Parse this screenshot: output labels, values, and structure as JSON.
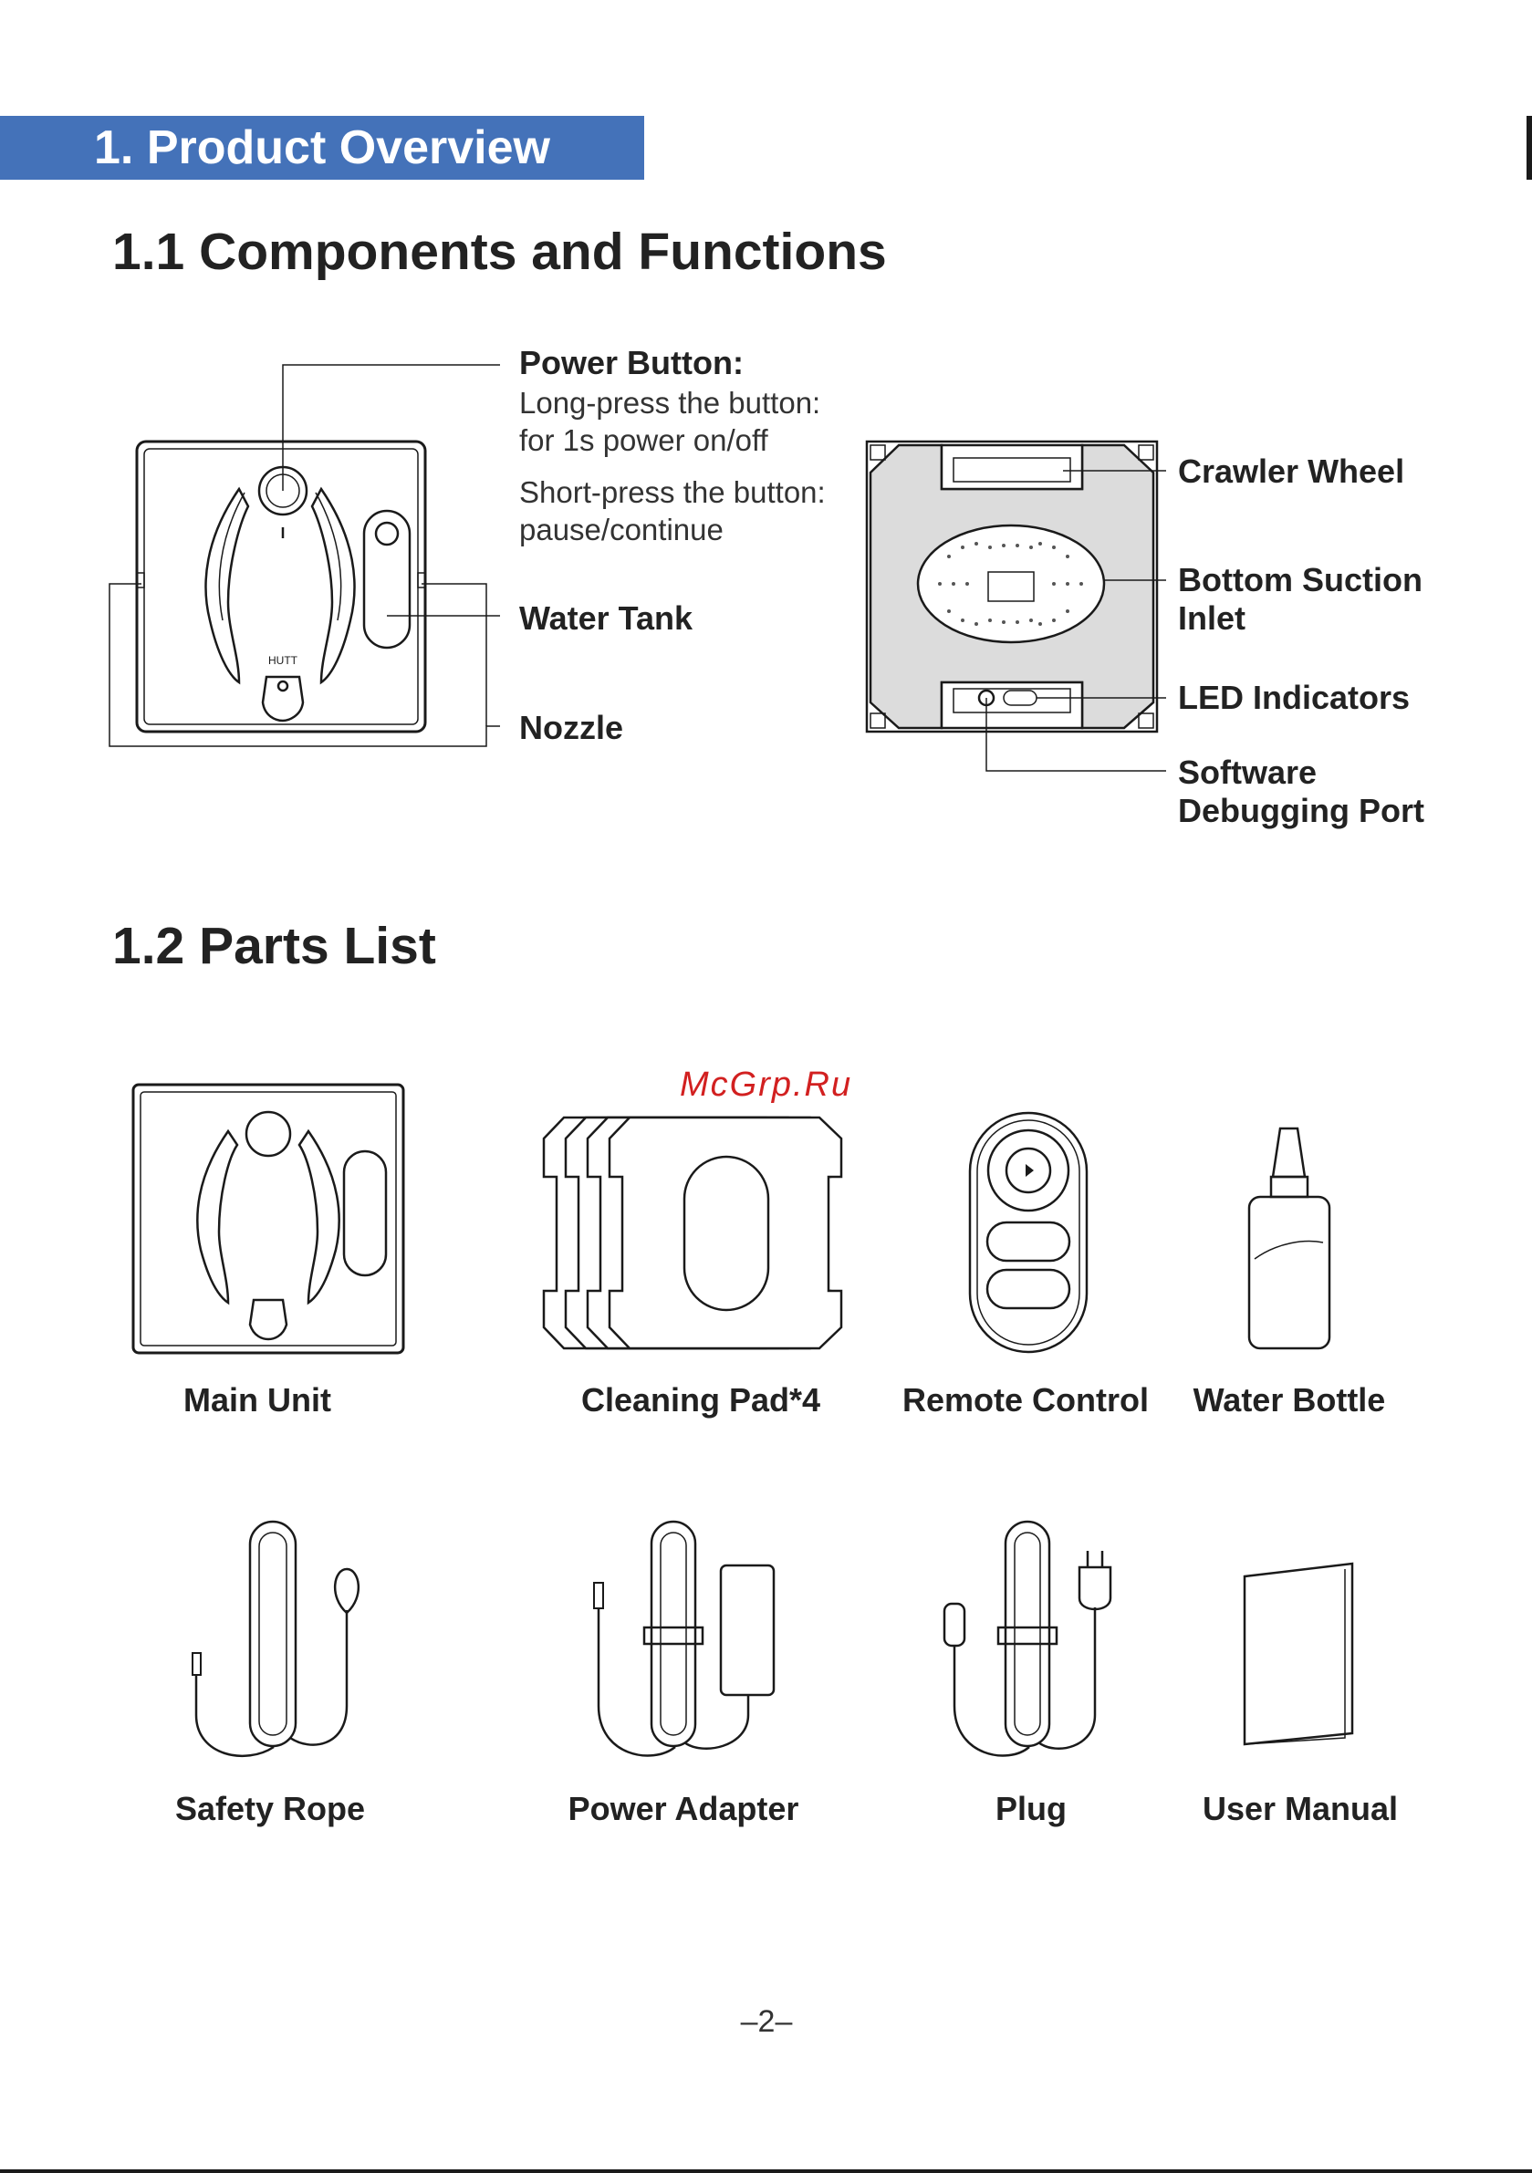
{
  "section_title": "1. Product Overview",
  "components": {
    "heading": "1.1 Components and Functions",
    "power_button_title": "Power Button:",
    "power_line1": "Long-press the button:",
    "power_line2": "for 1s power on/off",
    "power_line3": "Short-press the button:",
    "power_line4": "pause/continue",
    "water_tank": "Water Tank",
    "nozzle": "Nozzle",
    "crawler_wheel": "Crawler Wheel",
    "suction_line1": "Bottom Suction",
    "suction_line2": "Inlet",
    "led_indicators": "LED Indicators",
    "software_line1": "Software",
    "software_line2": "Debugging Port"
  },
  "parts": {
    "heading": "1.2 Parts List",
    "items": [
      {
        "label": "Main Unit",
        "icon": "main-unit-icon"
      },
      {
        "label": "Cleaning Pad*4",
        "icon": "cleaning-pad-icon"
      },
      {
        "label": "Remote Control",
        "icon": "remote-control-icon"
      },
      {
        "label": "Water Bottle",
        "icon": "water-bottle-icon"
      },
      {
        "label": "Safety Rope",
        "icon": "safety-rope-icon"
      },
      {
        "label": "Power Adapter",
        "icon": "power-adapter-icon"
      },
      {
        "label": "Plug",
        "icon": "plug-icon"
      },
      {
        "label": "User Manual",
        "icon": "user-manual-icon"
      }
    ]
  },
  "device_logo": "HUTT",
  "watermark": "McGrp.Ru",
  "page_number": "2",
  "colors": {
    "banner": "#4472b9",
    "watermark": "#d22020"
  }
}
